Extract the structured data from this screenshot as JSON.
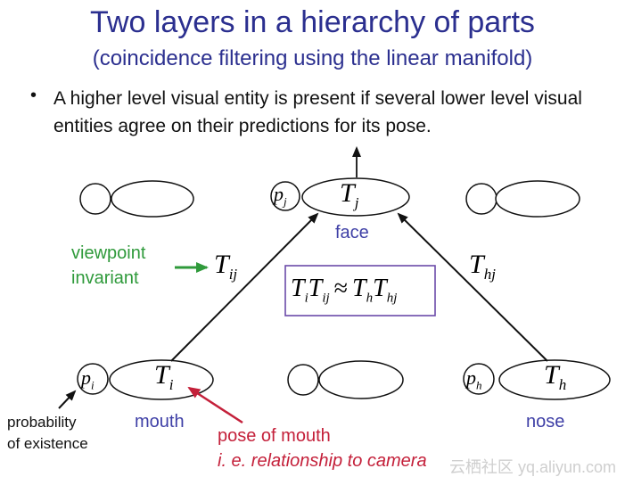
{
  "title": "Two layers in a hierarchy of parts",
  "subtitle": "(coincidence filtering using the linear manifold)",
  "bullet": {
    "marker": "•",
    "text": "A higher level visual entity is present if several lower level visual entities agree on their predictions for its pose."
  },
  "nodes": {
    "top_center": {
      "p": "p",
      "p_sub": "j",
      "T": "T",
      "T_sub": "j",
      "label": "face"
    },
    "bottom_left": {
      "p": "p",
      "p_sub": "i",
      "T": "T",
      "T_sub": "i",
      "label": "mouth"
    },
    "bottom_right": {
      "p": "p",
      "p_sub": "h",
      "T": "T",
      "T_sub": "h",
      "label": "nose"
    }
  },
  "edges": {
    "left": {
      "T": "T",
      "sub": "ij"
    },
    "right": {
      "T": "T",
      "sub": "hj"
    }
  },
  "equation": {
    "T1": "T",
    "T1_sub": "i",
    "T2": "T",
    "T2_sub": "ij",
    "approx": "≈",
    "T3": "T",
    "T3_sub": "h",
    "T4": "T",
    "T4_sub": "hj"
  },
  "annotations": {
    "viewpoint_line1": "viewpoint",
    "viewpoint_line2": "invariant",
    "probability_line1": "probability",
    "probability_line2": "of existence",
    "pose_line1": "pose of mouth",
    "pose_line2": "i. e. relationship to camera"
  },
  "watermark": "云栖社区 yq.aliyun.com",
  "colors": {
    "title": "#2b2f8f",
    "node_label": "#3e3fa6",
    "green": "#2f9a3b",
    "red": "#c4203a",
    "equation_box": "#6b4aa8"
  }
}
